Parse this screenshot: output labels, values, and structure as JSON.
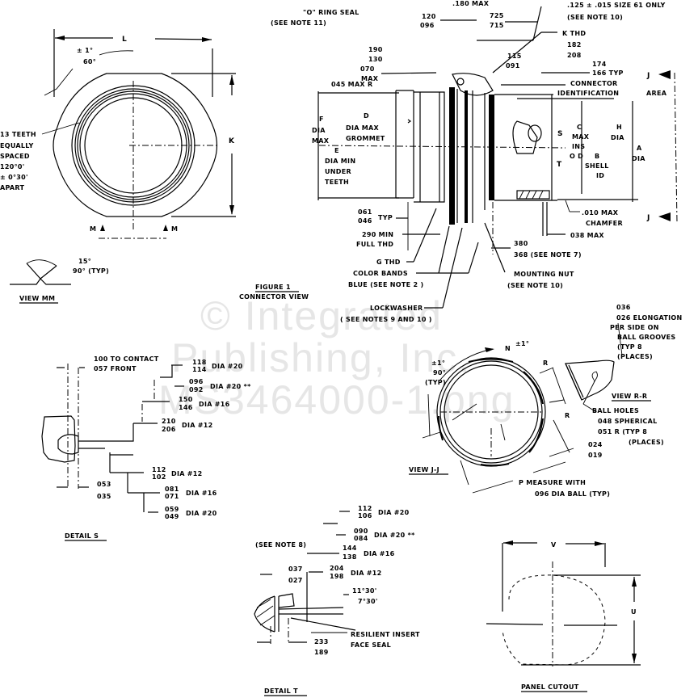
{
  "watermark": {
    "line1": "© Integrated",
    "line2": "Publishing, Inc.",
    "line3": "MS3464000-1.png"
  },
  "front_view": {
    "dim_l": "L",
    "angle_tol": "± 1°",
    "angle": "60°",
    "dim_k": "K",
    "teeth_note": [
      "13 TEETH",
      "EQUALLY",
      "SPACED",
      "120°0'",
      "± 0°30'",
      "APART"
    ],
    "section_m_left": "M",
    "section_m_right": "M"
  },
  "view_mm": {
    "angle_top": "15°",
    "angle": "90° (TYP)",
    "title": "VIEW MM"
  },
  "figure": {
    "title": "FIGURE 1",
    "subtitle": "CONNECTOR VIEW"
  },
  "side_view": {
    "o_ring_1": "\"O\" RING SEAL",
    "o_ring_2": "(SEE NOTE 11)",
    "dim_180": ".180 MAX",
    "dim_120": "120",
    "dim_096": "096",
    "dim_725": "725",
    "dim_715": "715",
    "dim_125": ".125 ± .015 SIZE 61 ONLY",
    "note_10": "(SEE NOTE 10)",
    "k_thd": "K THD",
    "dim_182": "182",
    "dim_208": "208",
    "dim_190": "190",
    "dim_130": "130",
    "dim_070": "070",
    "max": "MAX",
    "dim_045": "045 MAX R",
    "dim_115": "115",
    "dim_091": "091",
    "dim_174": "174",
    "dim_166": "166 TYP",
    "conn_id_1": "CONNECTOR",
    "conn_id_2": "IDENTIFICATION",
    "area": "AREA",
    "j_top": "J",
    "j_bottom": "J",
    "f_dia": [
      "F",
      "DIA",
      "MAX"
    ],
    "d_dia": [
      "D",
      "DIA MAX",
      "GROMMET"
    ],
    "e_dia": [
      "E",
      "DIA MIN",
      "UNDER",
      "TEETH"
    ],
    "s_label": "S",
    "t_label": "T",
    "c_label": [
      "C",
      "MAX",
      "INS",
      "O D"
    ],
    "b_label": [
      "B",
      "SHELL",
      "ID"
    ],
    "h_dia": [
      "H",
      "DIA"
    ],
    "a_dia": [
      "A",
      "DIA"
    ],
    "dim_061": "061",
    "dim_046": "046",
    "typ": "TYP",
    "dim_290": "290 MIN",
    "full_thd": "FULL THD",
    "g_thd": "G THD",
    "color_bands": "COLOR BANDS",
    "blue_note": "BLUE (SEE NOTE 2 )",
    "chamfer_1": ".010 MAX",
    "chamfer_2": "CHAMFER",
    "dim_038": "038 MAX",
    "dim_380": "380",
    "dim_368": "368 (SEE NOTE 7)",
    "mount_nut_1": "MOUNTING NUT",
    "mount_nut_2": "(SEE NOTE 10)",
    "lockwasher_1": "LOCKWASHER",
    "lockwasher_2": "( SEE NOTES 9 AND 10 )"
  },
  "detail_s": {
    "title": "DETAIL S",
    "contact_1": "100 TO CONTACT",
    "contact_2": "057 FRONT",
    "rows": [
      {
        "hi": "118",
        "lo": "114",
        "label": "DIA #20"
      },
      {
        "hi": "096",
        "lo": "092",
        "label": "DIA #20 **"
      },
      {
        "hi": "150",
        "lo": "146",
        "label": "DIA #16"
      },
      {
        "hi": "210",
        "lo": "206",
        "label": "DIA #12"
      },
      {
        "hi": "112",
        "lo": "102",
        "label": "DIA #12"
      },
      {
        "hi": "081",
        "lo": "071",
        "label": "DIA #16"
      },
      {
        "hi": "059",
        "lo": "049",
        "label": "DIA #20"
      }
    ],
    "dim_053": "053",
    "dim_035": "035"
  },
  "view_jj": {
    "title": "VIEW J-J",
    "n": "N",
    "n_tol": "±1°",
    "ang_tol": "±1°",
    "ang": "90°",
    "typ": "(TYP)",
    "r_top": "R",
    "r_right": "R",
    "dim_024": "024",
    "dim_019": "019",
    "p_1": "P MEASURE WITH",
    "p_2": "096 DIA BALL (TYP)"
  },
  "view_rr": {
    "title": "VIEW R-R",
    "elong": [
      "036",
      "026 ELONGATION",
      "PER SIDE ON",
      "BALL GROOVES",
      "(TYP 8",
      "(PLACES)"
    ],
    "ball": [
      "BALL HOLES",
      "048 SPHERICAL",
      "051 R (TYP 8",
      "(PLACES)"
    ]
  },
  "detail_t": {
    "title": "DETAIL T",
    "see_note": "(SEE NOTE 8)",
    "rows": [
      {
        "hi": "112",
        "lo": "106",
        "label": "DIA #20"
      },
      {
        "hi": "090",
        "lo": "084",
        "label": "DIA #20 **"
      },
      {
        "hi": "144",
        "lo": "138",
        "label": "DIA #16"
      },
      {
        "hi": "204",
        "lo": "198",
        "label": "DIA #12"
      }
    ],
    "dim_037": "037",
    "dim_027": "027",
    "ang_1": "11°30'",
    "ang_2": "7°30'",
    "seal_1": "RESILIENT INSERT",
    "seal_2": "FACE SEAL",
    "dim_233": "233",
    "dim_189": "189"
  },
  "panel_cutout": {
    "title": "PANEL CUTOUT",
    "v": "V",
    "u": "U"
  }
}
